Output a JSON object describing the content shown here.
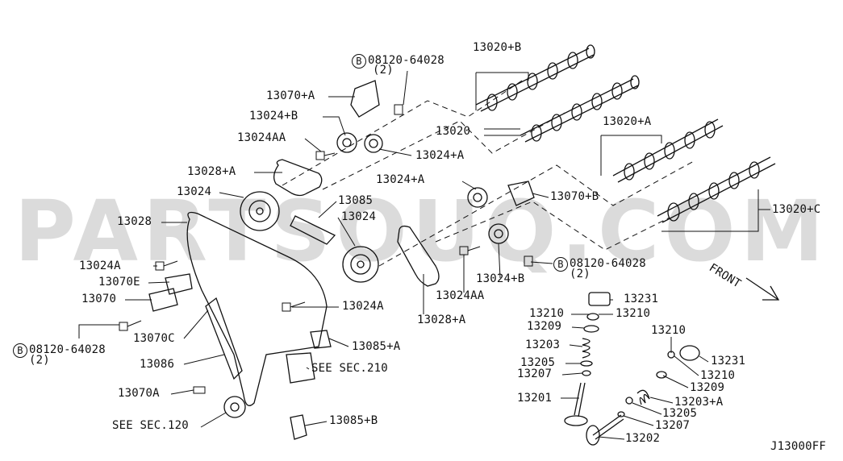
{
  "watermark": "PARTSOUQ.COM",
  "drawing_code": "J13000FF",
  "front_label": "FRONT",
  "bolt_symbol": "B",
  "labels": {
    "l13020B": "13020+B",
    "l13020": "13020",
    "l13020A": "13020+A",
    "l13020C": "13020+C",
    "bolt_top_num": "08120-64028",
    "bolt_top_qty": "(2)",
    "l13070A": "13070+A",
    "l13024B_top": "13024+B",
    "l13024AA_top": "13024AA",
    "l13024A_top": "13024+A",
    "l13028A_top": "13028+A",
    "l13024_left": "13024",
    "l13085": "13085",
    "l13024_mid": "13024",
    "l13028": "13028",
    "l13024A_right": "13024+A",
    "l13070B": "13070+B",
    "bolt_right_num": "08120-64028",
    "bolt_right_qty": "(2)",
    "l13024A_left": "13024A",
    "l13070E": "13070E",
    "l13070": "13070",
    "bolt_left_num": "08120-64028",
    "bolt_left_qty": "(2)",
    "l13070C": "13070C",
    "l13086": "13086",
    "l13070A_low": "13070A",
    "sec120": "SEE SEC.120",
    "l13024A_mid": "13024A",
    "l13085A": "13085+A",
    "sec210": "SEE SEC.210",
    "l13085B": "13085+B",
    "l13028A_mid": "13028+A",
    "l13024AA_mid": "13024AA",
    "l13024B_mid": "13024+B",
    "l13231": "13231",
    "l13210_a": "13210",
    "l13210_b": "13210",
    "l13209": "13209",
    "l13203": "13203",
    "l13205": "13205",
    "l13207": "13207",
    "l13201": "13201",
    "l13210_c": "13210",
    "l13231_b": "13231",
    "l13210_d": "13210",
    "l13209_b": "13209",
    "l13203A": "13203+A",
    "l13205_b": "13205",
    "l13207_b": "13207",
    "l13202": "13202"
  }
}
